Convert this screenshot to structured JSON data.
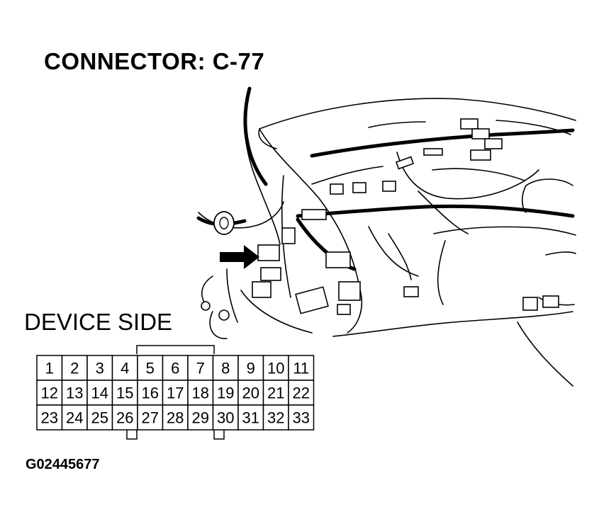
{
  "diagram": {
    "title": "CONNECTOR: C-77",
    "view_label": "DEVICE SIDE",
    "figure_code": "G02445677",
    "connector_pins": [
      [
        "1",
        "2",
        "3",
        "4",
        "5",
        "6",
        "7",
        "8",
        "9",
        "10",
        "11"
      ],
      [
        "12",
        "13",
        "14",
        "15",
        "16",
        "17",
        "18",
        "19",
        "20",
        "21",
        "22"
      ],
      [
        "23",
        "24",
        "25",
        "26",
        "27",
        "28",
        "29",
        "30",
        "31",
        "32",
        "33"
      ]
    ]
  }
}
